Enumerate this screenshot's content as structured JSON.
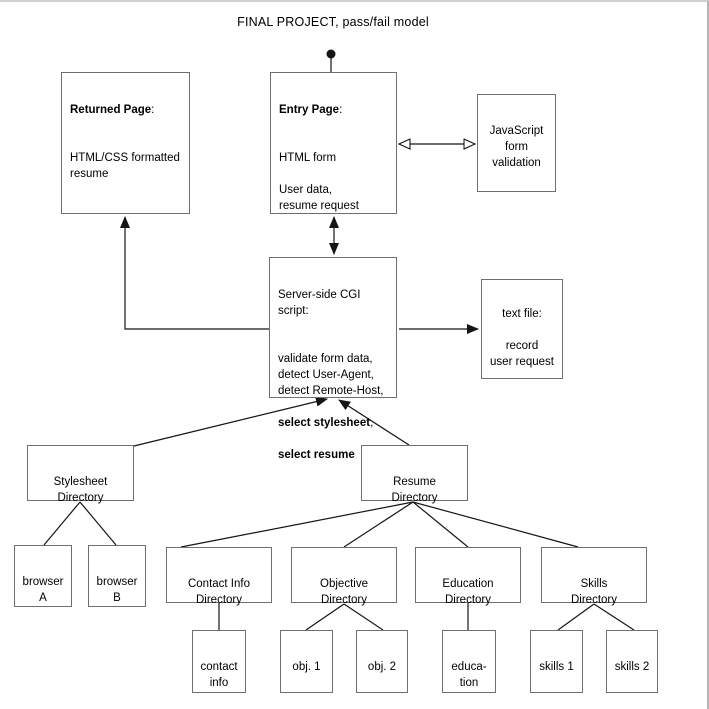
{
  "page": {
    "title": "FINAL PROJECT, pass/fail model"
  },
  "colors": {
    "background": "#ffffff",
    "box_border": "#6f6f6f",
    "connector": "#151515",
    "text": "#000000"
  },
  "nodes": {
    "returned_page": {
      "heading": "Returned Page",
      "heading_suffix": ":",
      "body": "HTML/CSS formatted\nresume"
    },
    "entry_page": {
      "heading": "Entry Page",
      "heading_suffix": ":",
      "body": "HTML form\n\nUser data,\nresume request"
    },
    "js_validation": {
      "body": "JavaScript\nform\nvalidation"
    },
    "cgi_script": {
      "intro": "Server-side CGI\nscript:",
      "body": "validate form data,\ndetect User-Agent,\ndetect Remote-Host,",
      "bold_line1": "select stylesheet",
      "bold_line1_suffix": ",",
      "bold_line2": "select resume"
    },
    "text_file": {
      "body": "text file:\n\nrecord\nuser request"
    },
    "stylesheet_dir": {
      "body": "Stylesheet\nDirectory"
    },
    "resume_dir": {
      "body": "Resume\nDirectory"
    },
    "browser_a": {
      "body": "browser\nA"
    },
    "browser_b": {
      "body": "browser\nB"
    },
    "contact_info_dir": {
      "body": "Contact Info\nDirectory"
    },
    "objective_dir": {
      "body": "Objective\nDirectory"
    },
    "education_dir": {
      "body": "Education\nDirectory"
    },
    "skills_dir": {
      "body": "Skills\nDirectory"
    },
    "contact_info": {
      "body": "contact\ninfo"
    },
    "obj_1": {
      "body": "obj. 1"
    },
    "obj_2": {
      "body": "obj. 2"
    },
    "education": {
      "body": "educa-\ntion"
    },
    "skills_1": {
      "body": "skills 1"
    },
    "skills_2": {
      "body": "skills 2"
    }
  },
  "edges": [
    {
      "from": "start-dot",
      "to": "entry_page",
      "style": "plain"
    },
    {
      "from": "entry_page",
      "to": "js_validation",
      "style": "double-open-arrow"
    },
    {
      "from": "entry_page",
      "to": "cgi_script",
      "style": "double-filled-arrow"
    },
    {
      "from": "cgi_script",
      "to": "text_file",
      "style": "filled-arrow"
    },
    {
      "from": "cgi_script",
      "to": "returned_page",
      "style": "filled-arrow-elbow"
    },
    {
      "from": "stylesheet_dir",
      "to": "cgi_script",
      "style": "filled-arrow"
    },
    {
      "from": "resume_dir",
      "to": "cgi_script",
      "style": "filled-arrow"
    },
    {
      "from": "stylesheet_dir",
      "to": "browser_a",
      "style": "plain"
    },
    {
      "from": "stylesheet_dir",
      "to": "browser_b",
      "style": "plain"
    },
    {
      "from": "resume_dir",
      "to": "contact_info_dir",
      "style": "plain"
    },
    {
      "from": "resume_dir",
      "to": "objective_dir",
      "style": "plain"
    },
    {
      "from": "resume_dir",
      "to": "education_dir",
      "style": "plain"
    },
    {
      "from": "resume_dir",
      "to": "skills_dir",
      "style": "plain"
    },
    {
      "from": "contact_info_dir",
      "to": "contact_info",
      "style": "plain"
    },
    {
      "from": "objective_dir",
      "to": "obj_1",
      "style": "plain"
    },
    {
      "from": "objective_dir",
      "to": "obj_2",
      "style": "plain"
    },
    {
      "from": "education_dir",
      "to": "education",
      "style": "plain"
    },
    {
      "from": "skills_dir",
      "to": "skills_1",
      "style": "plain"
    },
    {
      "from": "skills_dir",
      "to": "skills_2",
      "style": "plain"
    }
  ]
}
